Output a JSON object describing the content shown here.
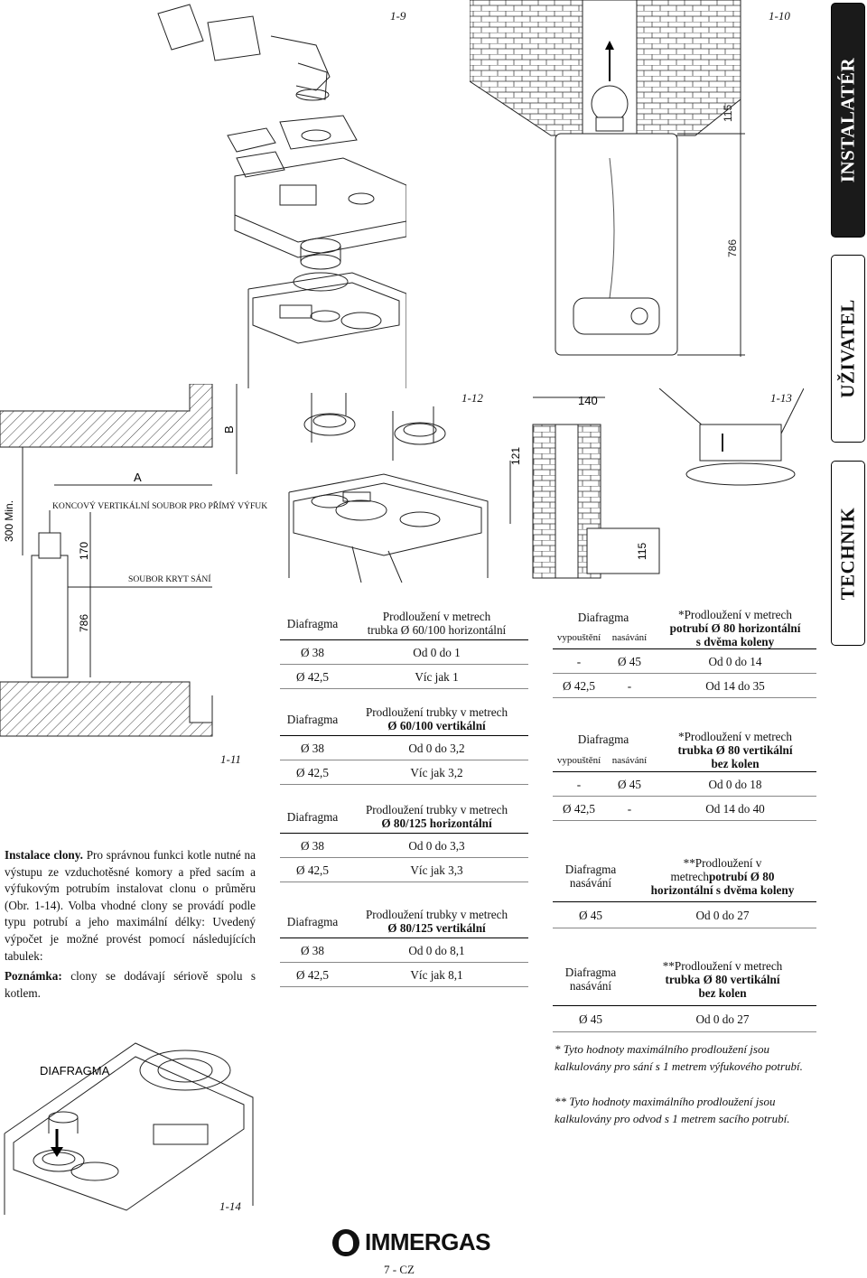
{
  "tabs": {
    "installer": "INSTALATÉR",
    "user": "UŽIVATEL",
    "technician": "TECHNIK"
  },
  "figures": {
    "f9": "1-9",
    "f10": "1-10",
    "f11": "1-11",
    "f12": "1-12",
    "f13": "1-13",
    "f14": "1-14"
  },
  "fig11": {
    "label_a": "A",
    "label_b": "B",
    "min300": "300 Min.",
    "dim170": "170",
    "dim786": "786",
    "terminal": "KONCOVÝ VERTIKÁLNÍ SOUBOR PRO PŘÍMÝ VÝFUK",
    "cover": "SOUBOR KRYT SÁNÍ"
  },
  "fig10": {
    "dim115": "115",
    "dim786": "786"
  },
  "fig13": {
    "dim140": "140",
    "dim121": "121",
    "dim115": "115"
  },
  "fig14": {
    "label": "DIAFRAGMA"
  },
  "table1": {
    "h1": "Diafragma",
    "h2a": "Prodloužení v metrech",
    "h2b": "trubka Ø 60/100 horizontální",
    "rows": [
      [
        "Ø 38",
        "Od 0 do 1"
      ],
      [
        "Ø 42,5",
        "Víc jak 1"
      ]
    ]
  },
  "table2": {
    "h1": "Diafragma",
    "h2a": "Prodloužení trubky v metrech",
    "h2b": "Ø 60/100 vertikální",
    "rows": [
      [
        "Ø 38",
        "Od 0 do 3,2"
      ],
      [
        "Ø 42,5",
        "Víc jak 3,2"
      ]
    ]
  },
  "table3": {
    "h1": "Diafragma",
    "h2a": "Prodloužení trubky v metrech",
    "h2b": "Ø 80/125 horizontální",
    "rows": [
      [
        "Ø 38",
        "Od 0 do 3,3"
      ],
      [
        "Ø 42,5",
        "Víc jak 3,3"
      ]
    ]
  },
  "table4": {
    "h1": "Diafragma",
    "h2a": "Prodloužení trubky v metrech",
    "h2b": "Ø 80/125 vertikální",
    "rows": [
      [
        "Ø 38",
        "Od 0 do 8,1"
      ],
      [
        "Ø 42,5",
        "Víc jak 8,1"
      ]
    ]
  },
  "table5": {
    "h1": "Diafragma",
    "h1a": "vypouštění",
    "h1b": "nasávání",
    "h2a": "*Prodloužení v metrech",
    "h2b": "potrubí Ø 80 horizontální",
    "h2c": "s dvěma koleny",
    "rows": [
      [
        "-",
        "Ø 45",
        "Od 0 do 14"
      ],
      [
        "Ø 42,5",
        "-",
        "Od 14 do 35"
      ]
    ]
  },
  "table6": {
    "h1": "Diafragma",
    "h1a": "vypouštění",
    "h1b": "nasávání",
    "h2a": "*Prodloužení v metrech",
    "h2b": "trubka Ø 80 vertikální",
    "h2c": "bez kolen",
    "rows": [
      [
        "-",
        "Ø 45",
        "Od 0 do 18"
      ],
      [
        "Ø 42,5",
        "-",
        "Od 14 do 40"
      ]
    ]
  },
  "table7": {
    "h1": "Diafragma",
    "h1b": "nasávání",
    "h2a": "**Prodloužení v",
    "h2b": "metrech",
    "h2c": "potrubí Ø 80",
    "h2d": "horizontální s dvěma koleny",
    "rows": [
      [
        "Ø 45",
        "Od 0 do 27"
      ]
    ]
  },
  "table8": {
    "h1": "Diafragma",
    "h1b": "nasávání",
    "h2a": "**Prodloužení v metrech",
    "h2b": "trubka Ø 80 vertikální",
    "h2c": "bez kolen",
    "rows": [
      [
        "Ø 45",
        "Od 0 do 27"
      ]
    ]
  },
  "text": {
    "install_title": "Instalace clony.",
    "install_body": "Pro správnou funkci kotle nutné na výstupu ze vzduchotěsné komory a před sacím a výfukovým potrubím instalovat clonu o průměru (Obr. 1-14). Volba vhodné clony se provádí podle typu potrubí a jeho maximální délky: Uvedený výpočet je možné provést pomocí následujících tabulek:",
    "note_title": "Poznámka:",
    "note_body": "clony se dodávají sériově spolu s kotlem."
  },
  "notes": {
    "n1": "* Tyto hodnoty maximálního prodloužení jsou kalkulovány pro sání s 1 metrem výfukového potrubí.",
    "n2": "** Tyto hodnoty maximálního prodloužení jsou kalkulovány pro odvod s 1 metrem sacího potrubí."
  },
  "footer": {
    "brand": "IMMERGAS",
    "page": "7 - CZ"
  }
}
